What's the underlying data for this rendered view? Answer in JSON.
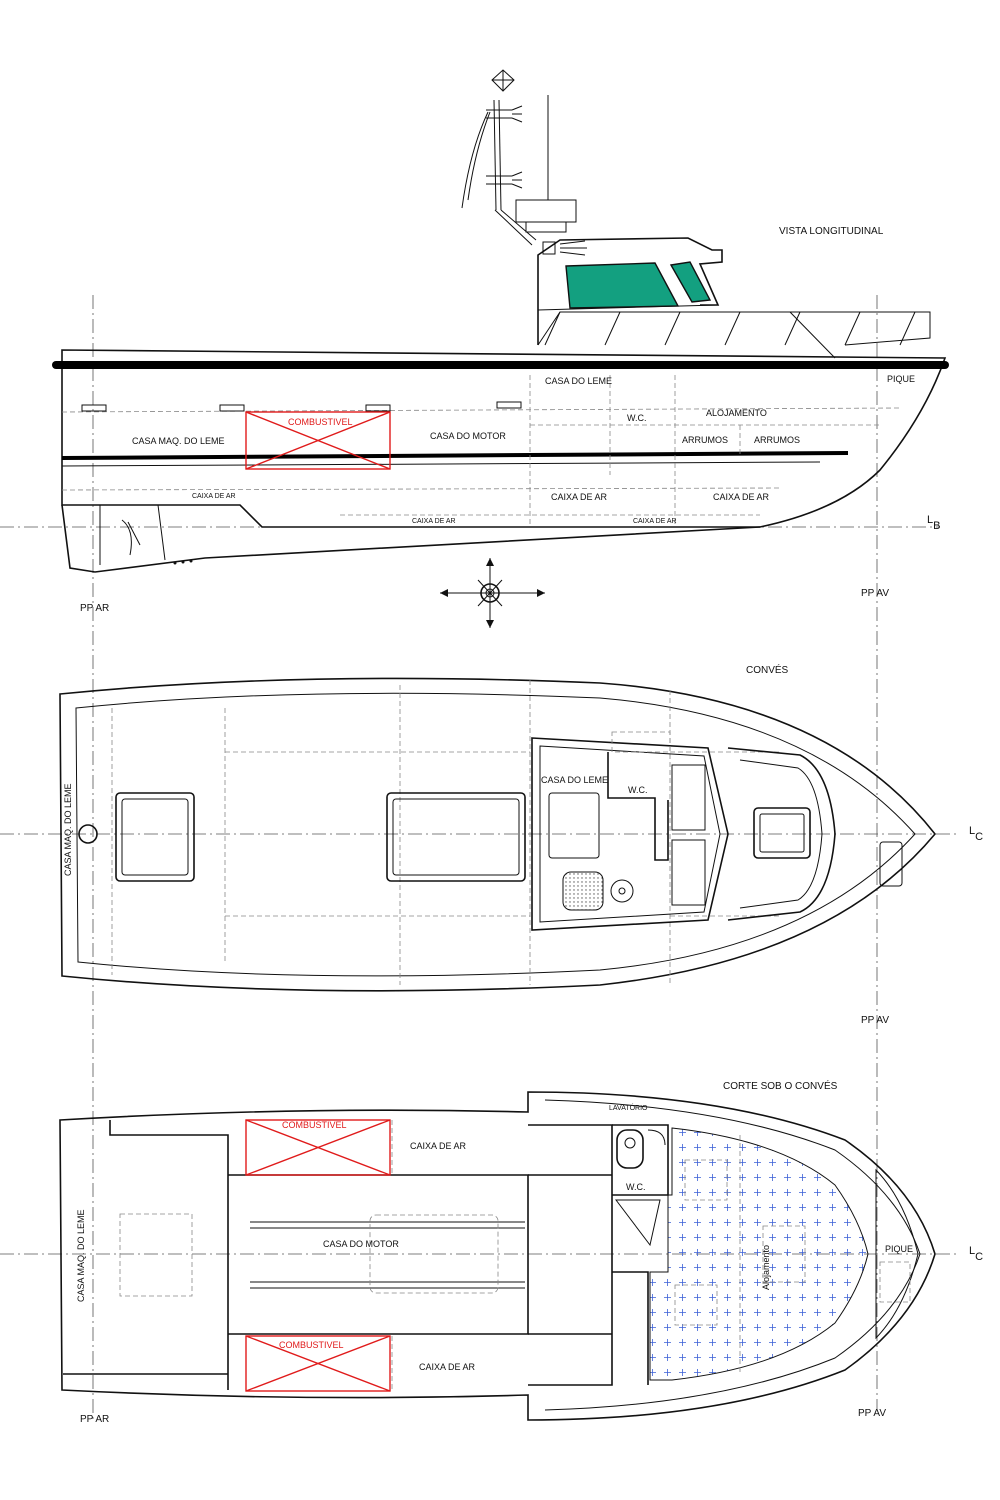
{
  "views": {
    "side": {
      "title": "VISTA LONGITUDINAL"
    },
    "deck": {
      "title": "CONVÉS"
    },
    "below": {
      "title": "CORTE SOB O CONVÉS"
    }
  },
  "marks": {
    "pp_ar": "PP  AR",
    "pp_av": "PP  AV",
    "lb_main": "L",
    "lb_sub": "B",
    "lc_main": "L",
    "lc_sub": "C"
  },
  "compartments": {
    "casa_leme": "CASA DO LEME",
    "wc": "W.C.",
    "alojamento": "ALOJAMENTO",
    "alojamento_mixed": "Alojamento",
    "arrumos": "ARRUMOS",
    "pique": "PIQUE",
    "casa_maq_leme": "CASA MAQ. DO LEME",
    "combustivel": "COMBUSTIVEL",
    "casa_motor": "CASA  DO MOTOR",
    "casa_motor_below": "CASA DO MOTOR",
    "caixa_ar": "CAIXA DE AR",
    "caixa_ar_small": "CAIXA DE AR",
    "lavatorio": "LAVATÓRIO"
  },
  "colors": {
    "window_glass": "#13a080",
    "fuel": "#e01b1b",
    "accommodation_hatch": "#3a5fd6"
  }
}
